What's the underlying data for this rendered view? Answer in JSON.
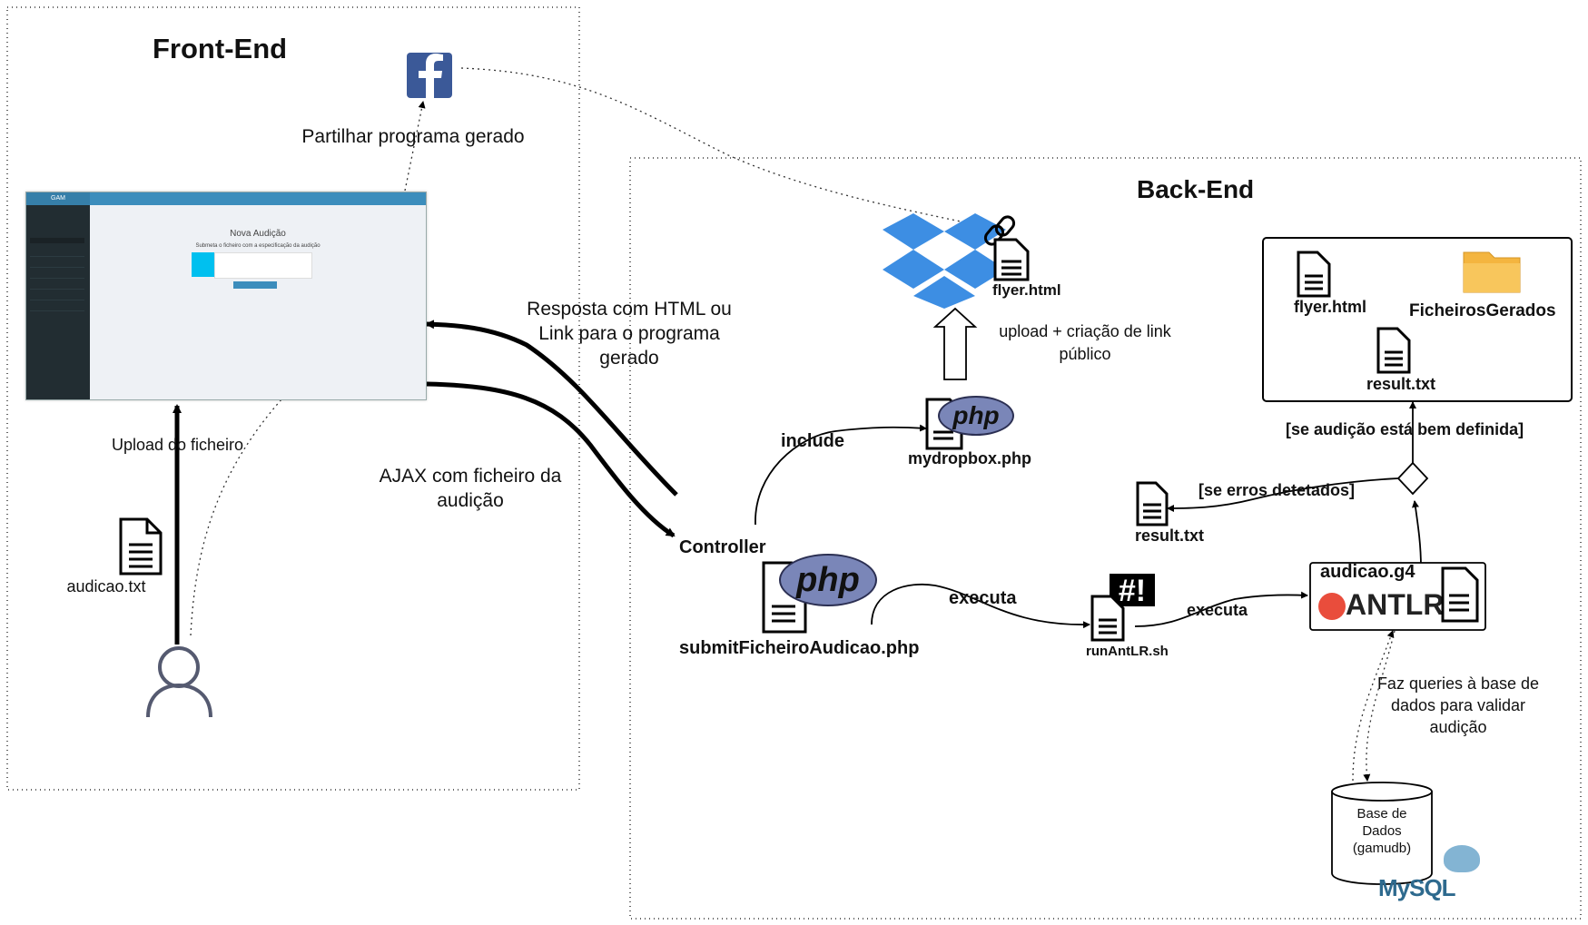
{
  "frontend": {
    "title": "Front-End",
    "share_label": "Partilhar programa gerado",
    "upload_label": "Upload do ficheiro",
    "file_label": "audicao.txt",
    "screenshot": {
      "brand": "GAM",
      "heading": "Nova Audição",
      "subheading": "Submeta o ficheiro com a especificação da audição"
    }
  },
  "arrows": {
    "response_label": "Resposta com HTML ou Link para o programa gerado",
    "ajax_label": "AJAX com ficheiro da audição",
    "include_label": "include",
    "executa1_label": "executa",
    "executa2_label": "executa",
    "upload_link_label": "upload + criação de  link público",
    "errors_label": "[se erros detetados]",
    "ok_label": "[se audição está bem definida]",
    "queries_label": "Faz queries à base de dados para validar audição"
  },
  "backend": {
    "title": "Back-End",
    "controller_label": "Controller",
    "submit_file": "submitFicheiroAudicao.php",
    "dropbox_php": "mydropbox.php",
    "dropbox_flyer": "flyer.html",
    "run_script": "runAntLR.sh",
    "grammar_file": "audicao.g4",
    "antlr_logo": "ANTLR",
    "result_error": "result.txt",
    "output_box": {
      "flyer": "flyer.html",
      "folder": "FicheirosGerados",
      "result": "result.txt"
    },
    "database": {
      "label": "Base de Dados (gamudb)",
      "logo": "MySQL"
    },
    "php_logo": "php"
  },
  "colors": {
    "dropbox": "#3d8ee3",
    "facebook": "#3b5998",
    "php": "#7a86b8",
    "folder": "#f4b53f",
    "antlr": "#e94d3c"
  }
}
